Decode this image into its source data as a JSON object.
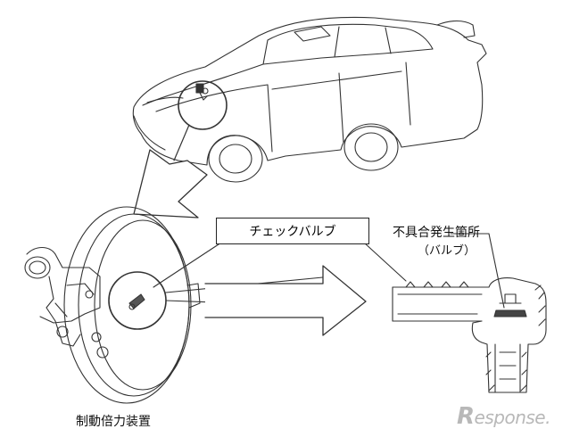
{
  "labels": {
    "check_valve": "チェックバルブ",
    "defect_location": "不具合発生箇所",
    "defect_sub": "（バルブ）",
    "booster": "制動倍力装置"
  },
  "watermark": {
    "initial": "R",
    "rest": "esponse."
  },
  "colors": {
    "line": "#222222",
    "watermark": "#b8b8b8"
  }
}
